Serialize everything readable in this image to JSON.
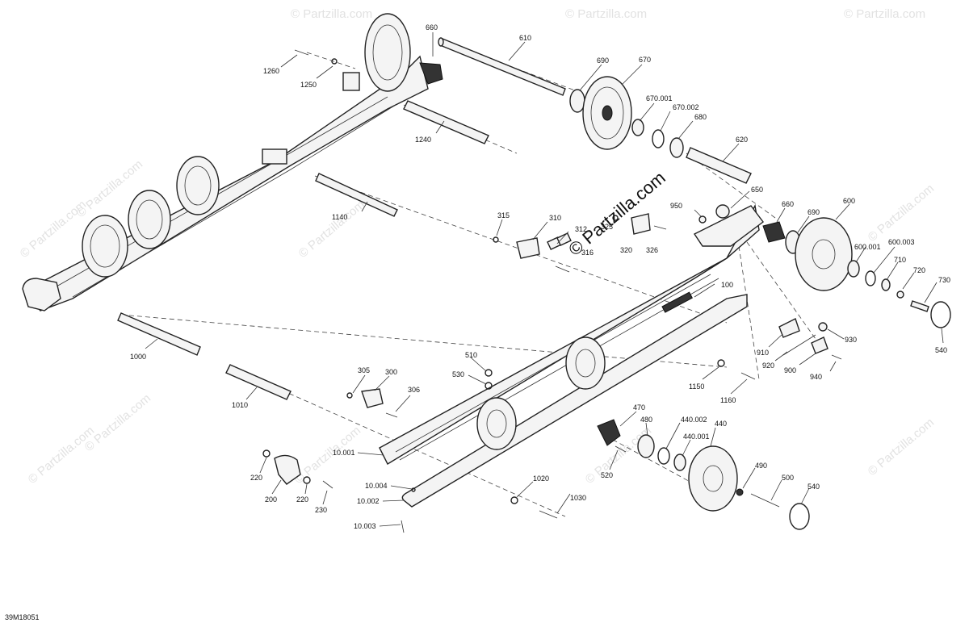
{
  "diagram_code": "39M18051",
  "watermark": {
    "text": "© Partzilla.com",
    "center_text": "© Partzilla.com"
  },
  "callouts": [
    {
      "id": "c660a",
      "text": "660"
    },
    {
      "id": "c610",
      "text": "610"
    },
    {
      "id": "c690a",
      "text": "690"
    },
    {
      "id": "c670",
      "text": "670"
    },
    {
      "id": "c670001",
      "text": "670.001"
    },
    {
      "id": "c670002",
      "text": "670.002"
    },
    {
      "id": "c680",
      "text": "680"
    },
    {
      "id": "c1260",
      "text": "1260"
    },
    {
      "id": "c1250",
      "text": "1250"
    },
    {
      "id": "c1240",
      "text": "1240"
    },
    {
      "id": "c620",
      "text": "620"
    },
    {
      "id": "c650",
      "text": "650"
    },
    {
      "id": "c660b",
      "text": "660"
    },
    {
      "id": "c690b",
      "text": "690"
    },
    {
      "id": "c600",
      "text": "600"
    },
    {
      "id": "c950",
      "text": "950"
    },
    {
      "id": "c600001",
      "text": "600.001"
    },
    {
      "id": "c600003",
      "text": "600.003"
    },
    {
      "id": "c710",
      "text": "710"
    },
    {
      "id": "c720",
      "text": "720"
    },
    {
      "id": "c730",
      "text": "730"
    },
    {
      "id": "c540a",
      "text": "540"
    },
    {
      "id": "c1140",
      "text": "1140"
    },
    {
      "id": "c315",
      "text": "315"
    },
    {
      "id": "c310",
      "text": "310"
    },
    {
      "id": "c312",
      "text": "312"
    },
    {
      "id": "c316",
      "text": "316"
    },
    {
      "id": "c325",
      "text": "325"
    },
    {
      "id": "c320",
      "text": "320"
    },
    {
      "id": "c326",
      "text": "326"
    },
    {
      "id": "c100",
      "text": "100"
    },
    {
      "id": "c910",
      "text": "910"
    },
    {
      "id": "c930",
      "text": "930"
    },
    {
      "id": "c920",
      "text": "920"
    },
    {
      "id": "c900",
      "text": "900"
    },
    {
      "id": "c940",
      "text": "940"
    },
    {
      "id": "c1000",
      "text": "1000"
    },
    {
      "id": "c510",
      "text": "510"
    },
    {
      "id": "c530",
      "text": "530"
    },
    {
      "id": "c1150",
      "text": "1150"
    },
    {
      "id": "c1160",
      "text": "1160"
    },
    {
      "id": "c305",
      "text": "305"
    },
    {
      "id": "c300",
      "text": "300"
    },
    {
      "id": "c306",
      "text": "306"
    },
    {
      "id": "c1010",
      "text": "1010"
    },
    {
      "id": "c470",
      "text": "470"
    },
    {
      "id": "c480",
      "text": "480"
    },
    {
      "id": "c440002",
      "text": "440.002"
    },
    {
      "id": "c440",
      "text": "440"
    },
    {
      "id": "c440001",
      "text": "440.001"
    },
    {
      "id": "c10001",
      "text": "10.001"
    },
    {
      "id": "c520",
      "text": "520"
    },
    {
      "id": "c220a",
      "text": "220"
    },
    {
      "id": "c200",
      "text": "200"
    },
    {
      "id": "c220b",
      "text": "220"
    },
    {
      "id": "c230",
      "text": "230"
    },
    {
      "id": "c10004",
      "text": "10.004"
    },
    {
      "id": "c10002",
      "text": "10.002"
    },
    {
      "id": "c10003",
      "text": "10.003"
    },
    {
      "id": "c1020",
      "text": "1020"
    },
    {
      "id": "c1030",
      "text": "1030"
    },
    {
      "id": "c490",
      "text": "490"
    },
    {
      "id": "c500",
      "text": "500"
    },
    {
      "id": "c540b",
      "text": "540"
    }
  ]
}
